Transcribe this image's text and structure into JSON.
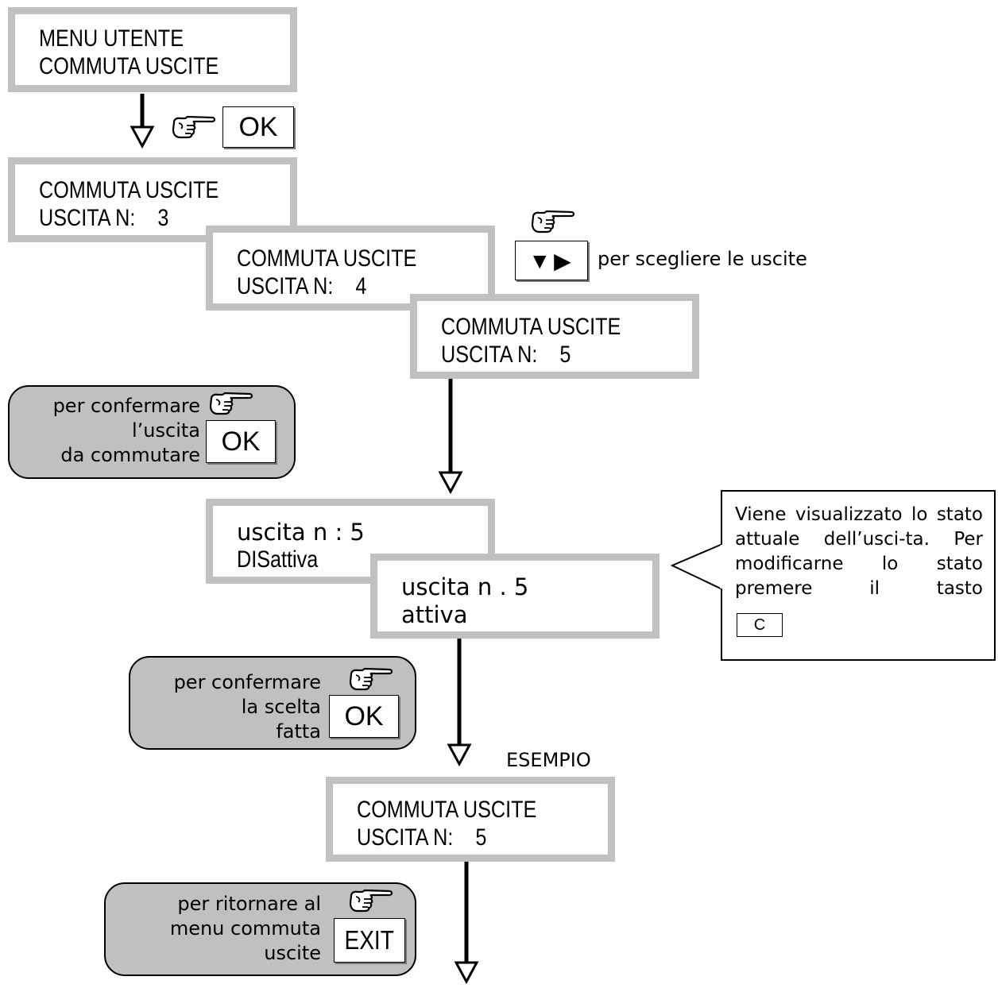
{
  "screens": {
    "main_menu": [
      "MENU UTENTE",
      "COMMUTA USCITE"
    ],
    "output_3": [
      "COMMUTA USCITE",
      "USCITA N:    3"
    ],
    "output_4": [
      "COMMUTA USCITE",
      "USCITA N:    4"
    ],
    "output_5": [
      "COMMUTA USCITE",
      "USCITA N:    5"
    ],
    "status_off": [
      "uscita n : 5",
      "DISattiva"
    ],
    "status_on": [
      "uscita n . 5",
      "attiva"
    ],
    "example": [
      "COMMUTA USCITE",
      "USCITA N:    5"
    ]
  },
  "keys": {
    "ok": "OK",
    "arrows": "▼▶",
    "c": "C",
    "exit": "EXIT"
  },
  "labels": {
    "arrows_hint": "per scegliere le uscite",
    "example": "ESEMPIO"
  },
  "notes": {
    "confirm_output": "per confermare\nl’uscita\nda commutare",
    "confirm_choice": "per confermare\nla scelta\nfatta",
    "return_menu": "per ritornare al\nmenu commuta\nuscite"
  },
  "callout": {
    "text": "Viene visualizzato lo stato attuale dell’usci-ta. Per modificarne lo stato premere il tasto"
  },
  "icons": [
    "pointing-hand-icon",
    "down-arrow-icon"
  ],
  "colors": {
    "screen_border": "#c0c0c0",
    "note_fill": "#c0c0c0"
  }
}
